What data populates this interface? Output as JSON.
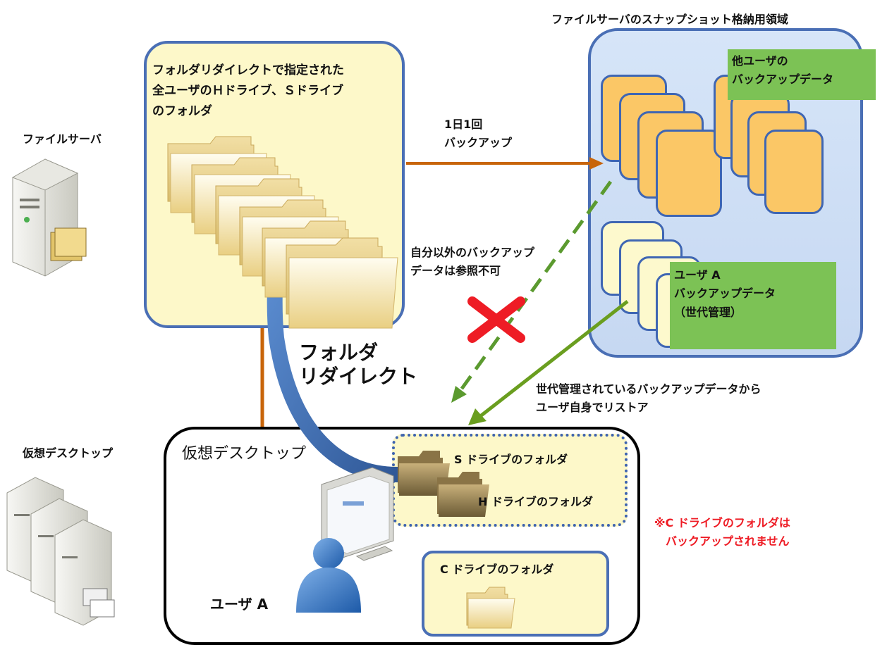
{
  "title": "ファイルサーバのスナップショット格納用領域",
  "left_labels": {
    "file_server": "ファイルサーバ",
    "virtual_desktop": "仮想デスクトップ"
  },
  "source_box": {
    "line1": "フォルダリダイレクトで指定された",
    "line2": "全ユーザのＨドライブ、Ｓドライブ",
    "line3": "のフォルダ"
  },
  "daily_backup": {
    "line1": "1日1回",
    "line2": "バックアップ"
  },
  "no_access": {
    "line1": "自分以外のバックアップ",
    "line2": "データは参照不可"
  },
  "other_users": {
    "line1": "他ユーザの",
    "line2": "バックアップデータ"
  },
  "user_a_data": {
    "line1": "ユーザ A",
    "line2": "バックアップデータ",
    "line3": "（世代管理）"
  },
  "folder_redirect": {
    "line1": "フォルダ",
    "line2": "リダイレクト"
  },
  "restore": {
    "line1": "世代管理されているバックアップデータから",
    "line2": "ユーザ自身でリストア"
  },
  "vd_box_title": "仮想デスクトップ",
  "s_drive": "S ドライブのフォルダ",
  "h_drive": "H ドライブのフォルダ",
  "user_a": "ユーザ A",
  "c_drive": "C ドライブのフォルダ",
  "c_note": {
    "line1": "※C ドライブのフォルダは",
    "line2": "バックアップされません"
  },
  "colors": {
    "box_border": "#4a6fb5",
    "folder_area_bg": "#fdf8c9",
    "snapshot_bg": "#d6e5f8",
    "label_green": "#7cc255",
    "backup_arrow": "#c8650a",
    "restore_arrow": "#6a9e1f",
    "denied_arrow": "#5b9a2f",
    "warning_red": "#ee1c25",
    "redirect_arrow": "#3b68a8"
  }
}
